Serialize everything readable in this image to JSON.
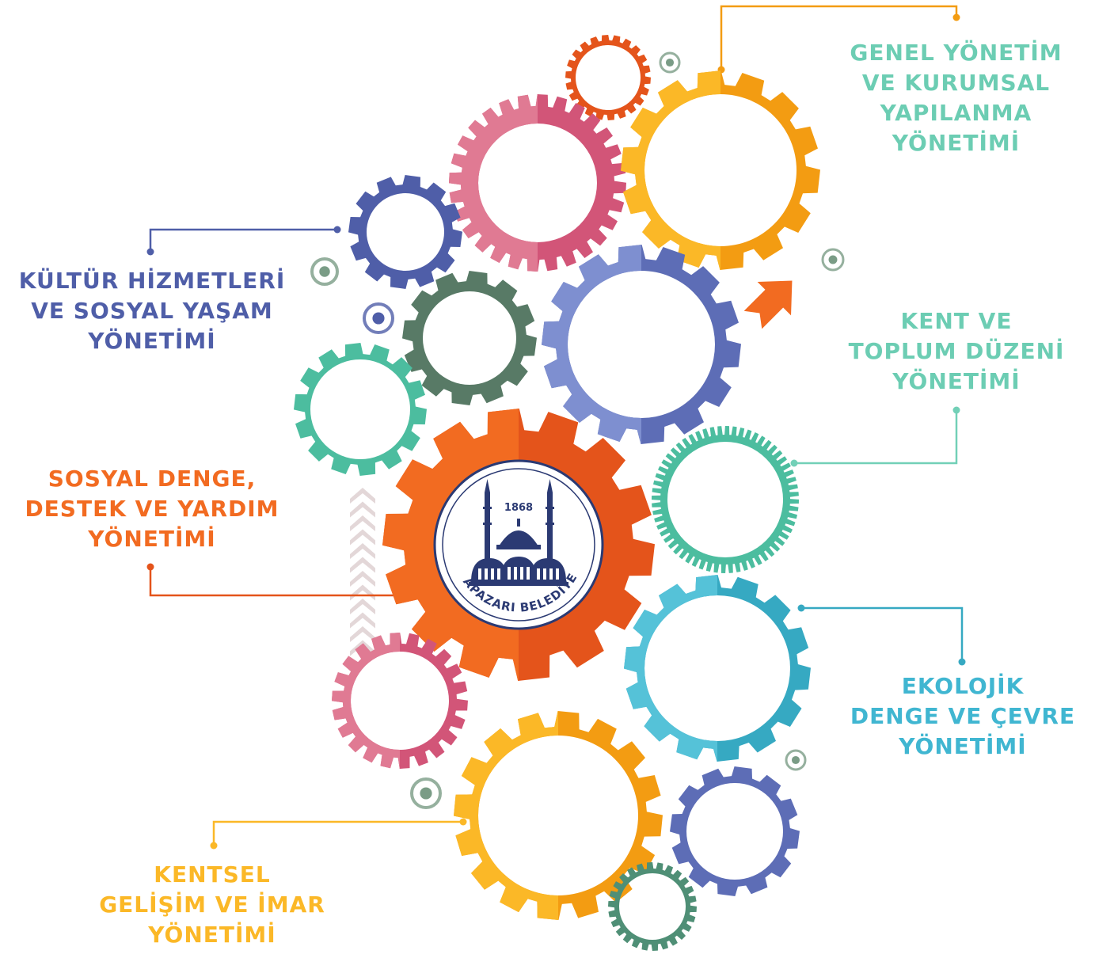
{
  "colors": {
    "orange": "#f26b21",
    "orange_dark": "#e4541b",
    "yellow": "#fbb827",
    "yellow_dark": "#f39c12",
    "pink": "#e07a93",
    "pink_dark": "#d25578",
    "navy": "#4f5ea8",
    "periwinkle": "#7e8fd0",
    "periwinkle_dark": "#5d6db6",
    "sage": "#7a9c86",
    "sage_dark": "#587a66",
    "mint": "#72d0b7",
    "mint_dark": "#4cbd9f",
    "cyan": "#55c2d8",
    "cyan_dark": "#36a9c2",
    "green_dark": "#4f8f76",
    "teal_text": "#6ccdb3",
    "cyan_text": "#40b6d1",
    "logo_navy": "#2b3a73",
    "arrow_stripe": "#e3d7d8"
  },
  "logo": {
    "name": "ADAPAZARI BELEDİYESİ",
    "year": "1868",
    "icon": "mosque-icon"
  },
  "labels": {
    "genel": [
      "GENEL YÖNETİM",
      "VE KURUMSAL",
      "YAPILANMA",
      "YÖNETİMİ"
    ],
    "kultur": [
      "KÜLTÜR HİZMETLERİ",
      "VE SOSYAL YAŞAM",
      "YÖNETİMİ"
    ],
    "kent": [
      "KENT VE",
      "TOPLUM DÜZENİ",
      "YÖNETİMİ"
    ],
    "sosyal": [
      "SOSYAL DENGE,",
      "DESTEK VE YARDIM",
      "YÖNETİMİ"
    ],
    "ekolojik": [
      "EKOLOJİK",
      "DENGE VE ÇEVRE",
      "YÖNETİMİ"
    ],
    "kentsel": [
      "KENTSEL",
      "GELİŞİM VE İMAR",
      "YÖNETİMİ"
    ]
  },
  "icons": [
    "gear-icon",
    "target-dot-icon",
    "arrow-icon",
    "chevron-up-icon"
  ]
}
